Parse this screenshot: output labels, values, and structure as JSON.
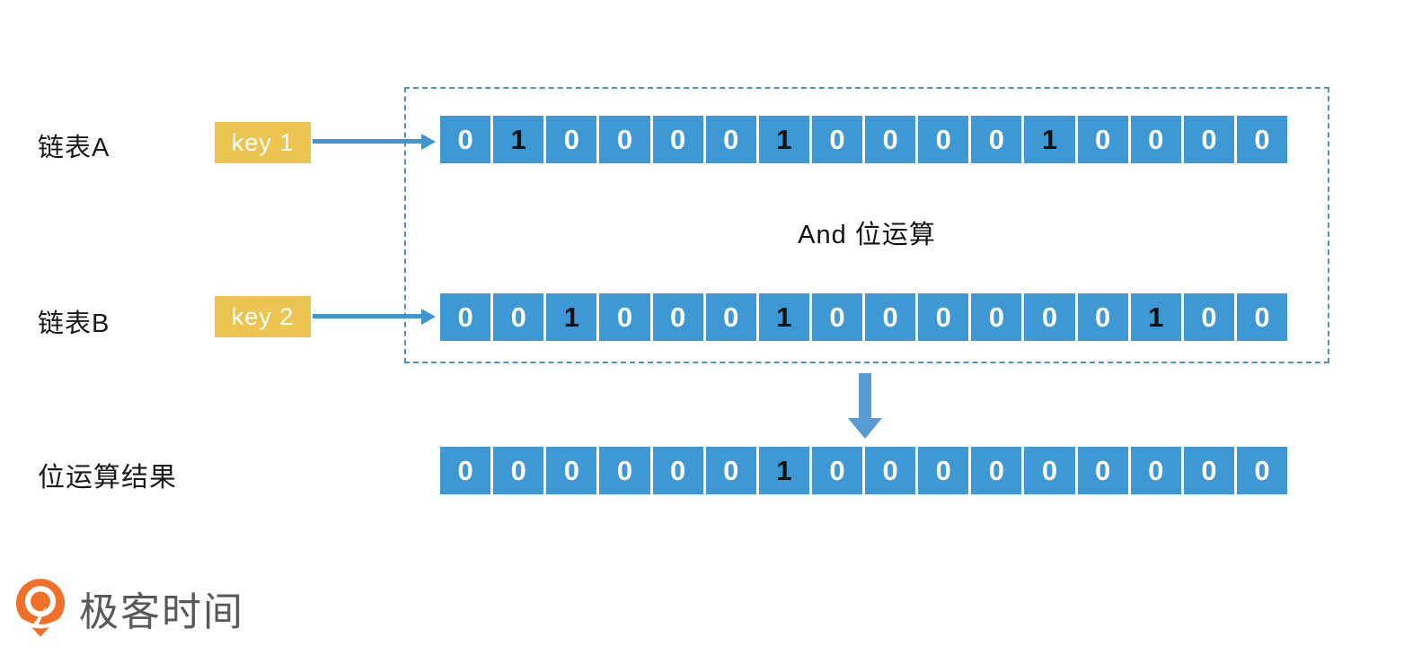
{
  "diagram": {
    "row_a": {
      "label": "链表A",
      "key_label": "key 1",
      "bits": [
        0,
        1,
        0,
        0,
        0,
        0,
        1,
        0,
        0,
        0,
        0,
        1,
        0,
        0,
        0,
        0
      ]
    },
    "row_b": {
      "label": "链表B",
      "key_label": "key 2",
      "bits": [
        0,
        0,
        1,
        0,
        0,
        0,
        1,
        0,
        0,
        0,
        0,
        0,
        0,
        1,
        0,
        0
      ]
    },
    "operation_label": "And 位运算",
    "result": {
      "label": "位运算结果",
      "bits": [
        0,
        0,
        0,
        0,
        0,
        0,
        1,
        0,
        0,
        0,
        0,
        0,
        0,
        0,
        0,
        0
      ]
    }
  },
  "logo": {
    "text": "极客时间"
  },
  "colors": {
    "cell_blue": "#3d98d3",
    "key_yellow": "#ecc451",
    "arrow_blue": "#3e96d3",
    "block_arrow_blue": "#5b9bd5",
    "dash_border_blue": "#4a90d2",
    "bit_zero_text": "#ffffff",
    "bit_one_text": "#111111",
    "logo_orange": "#f0702a",
    "logo_text_gray": "#58595b"
  }
}
